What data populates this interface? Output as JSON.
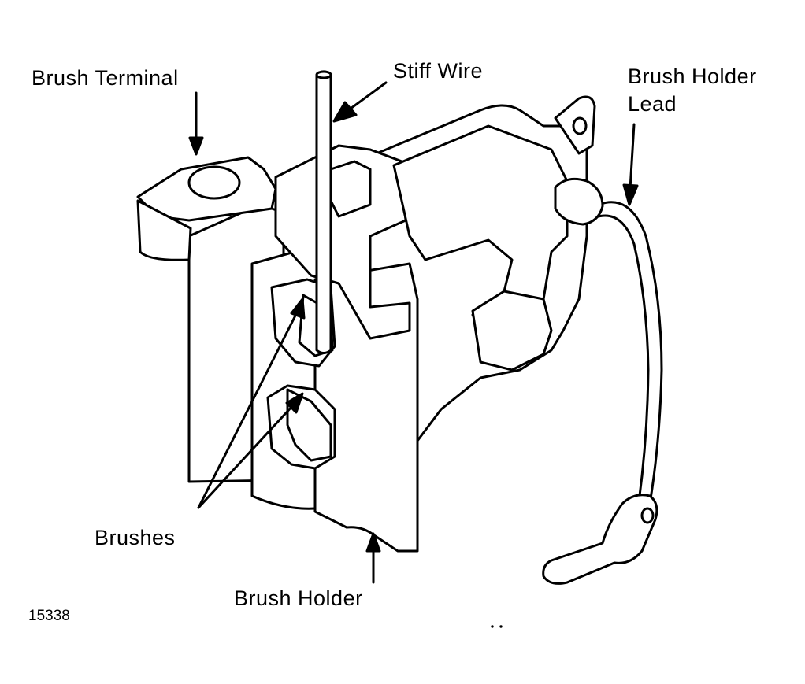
{
  "labels": {
    "brush_terminal": "Brush Terminal",
    "stiff_wire": "Stiff Wire",
    "brush_holder_lead_line1": "Brush Holder",
    "brush_holder_lead_line2": "Lead",
    "brushes": "Brushes",
    "brush_holder": "Brush Holder"
  },
  "figure_number": "15338",
  "colors": {
    "ink": "#000000",
    "paper": "#ffffff"
  }
}
